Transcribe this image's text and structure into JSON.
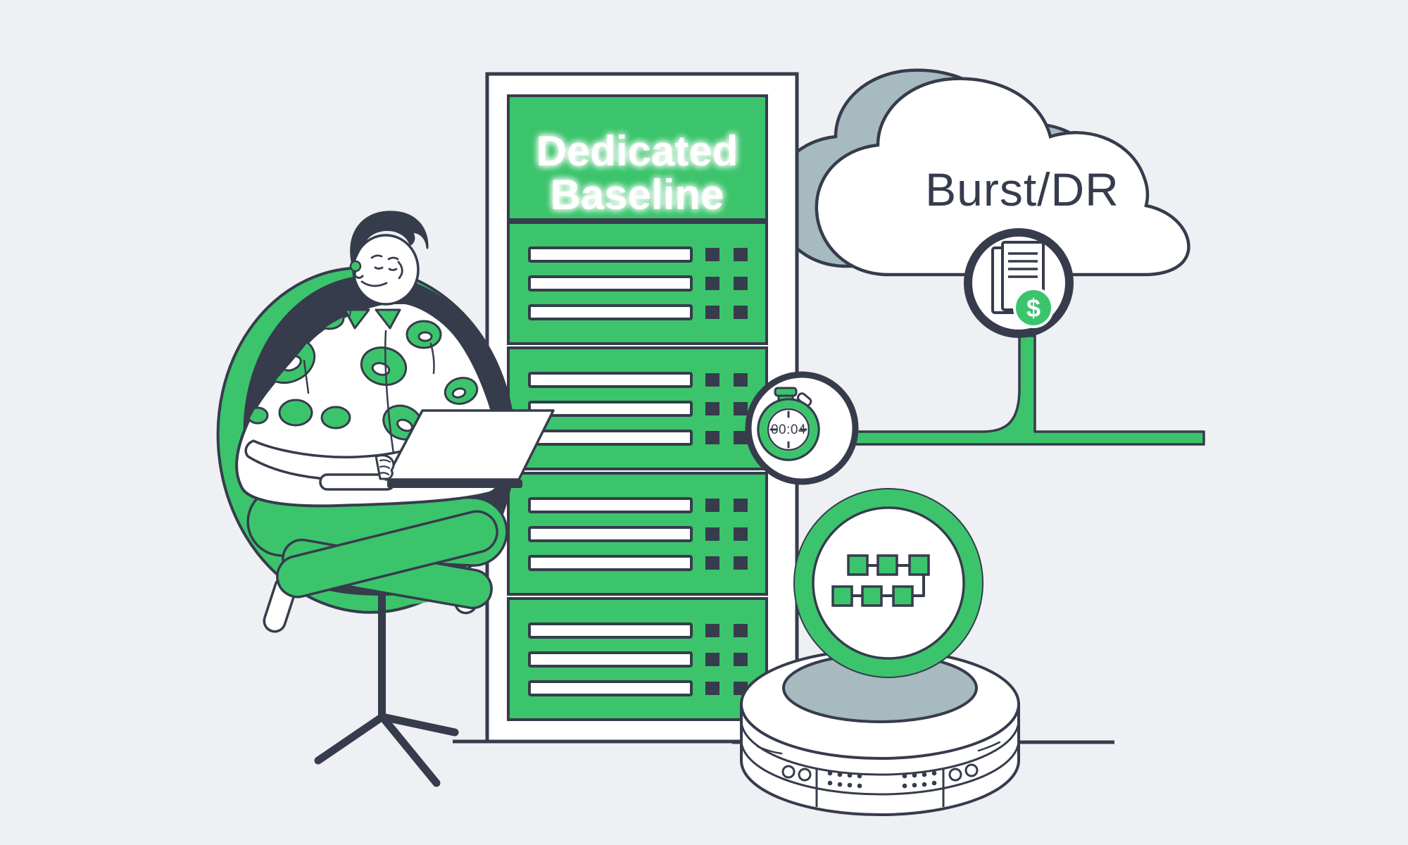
{
  "colors": {
    "green": "#3cc46c",
    "dark": "#363c4c",
    "grayblue": "#a7babf",
    "bg": "#eef0f4"
  },
  "rack": {
    "title_line1": "Dedicated",
    "title_line2": "Baseline",
    "sections": 4,
    "slots_per_section": 3,
    "indicator_columns": 2
  },
  "cloud": {
    "label": "Burst/DR"
  },
  "stopwatch": {
    "time": "00:04"
  },
  "cost_document": {
    "currency_symbol": "$"
  },
  "workflow": {
    "top_nodes": 3,
    "bottom_nodes": 3
  },
  "icons": {
    "stopwatch": "stopwatch-icon",
    "document_cost": "document-cost-icon",
    "workflow": "workflow-diagram-icon",
    "cloud": "cloud-shape",
    "storage": "storage-disk"
  }
}
